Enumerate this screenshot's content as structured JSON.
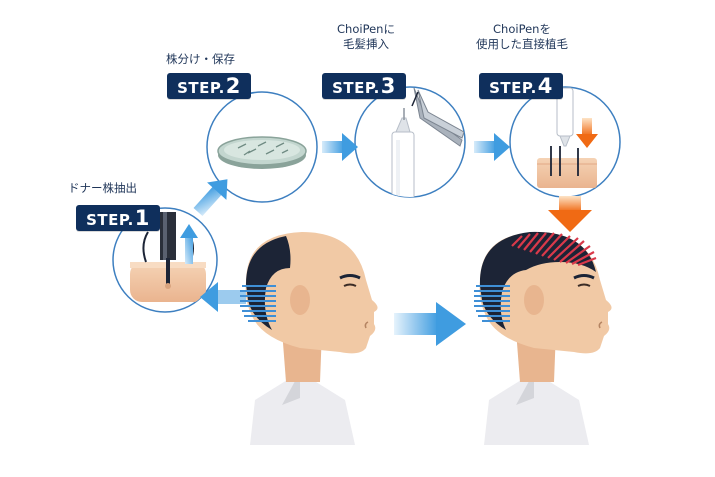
{
  "steps": [
    {
      "number": "1",
      "badge_text": "STEP.",
      "caption_lines": [
        "ドナー株抽出"
      ]
    },
    {
      "number": "2",
      "badge_text": "STEP.",
      "caption_lines": [
        "株分け・保存"
      ]
    },
    {
      "number": "3",
      "badge_text": "STEP.",
      "caption_lines": [
        "ChoiPenに",
        "毛髪挿入"
      ]
    },
    {
      "number": "4",
      "badge_text": "STEP.",
      "caption_lines": [
        "ChoiPenを",
        "使用した直接植毛"
      ]
    }
  ],
  "colors": {
    "badge": "#0f2f5c",
    "circle_border": "#3d7fc0",
    "arrow_blue": "#4aa3e0",
    "arrow_orange": "#f07a1f",
    "hair": "#1c2436",
    "skin": "#f1c9a5",
    "transplant_red": "#d9394a"
  },
  "icons": {
    "step1": "extraction-punch-icon",
    "step2": "petri-dish-icon",
    "step3": "choipen-tweezers-icon",
    "step4": "implant-pen-icon",
    "before": "balding-head-illustration",
    "after": "restored-head-illustration"
  }
}
